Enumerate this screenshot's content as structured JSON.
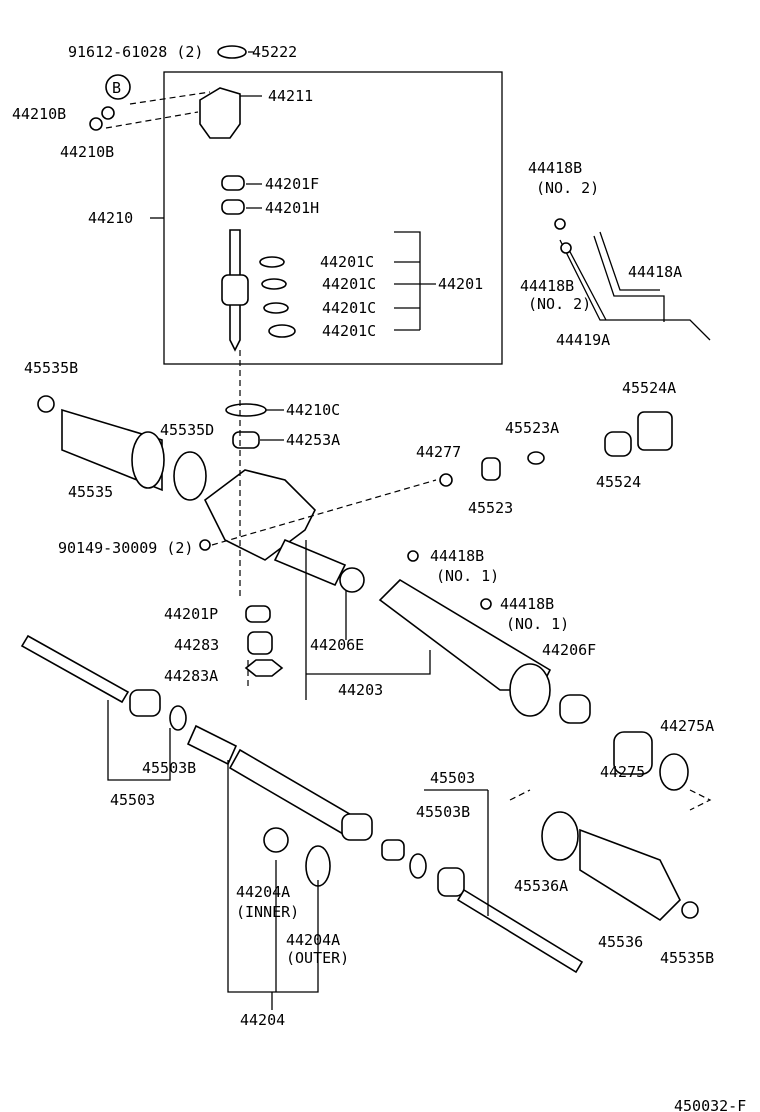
{
  "diagram_id": "450032-F",
  "labels": [
    "91612-61028 (2)",
    "45222",
    "B",
    "44211",
    "44210B",
    "44210B",
    "44201F",
    "44201H",
    "44210",
    "44201C",
    "44201C",
    "44201C",
    "44201C",
    "44201",
    "44418B",
    "(NO. 2)",
    "44418B",
    "(NO. 2)",
    "44418A",
    "44419A",
    "45535B",
    "44210C",
    "44253A",
    "45535D",
    "45523A",
    "45524A",
    "44277",
    "45535",
    "45523",
    "45524",
    "90149-30009 (2)",
    "44418B",
    "(NO. 1)",
    "44418B",
    "(NO. 1)",
    "44201P",
    "44283",
    "44206E",
    "44206F",
    "44283A",
    "44203",
    "44275A",
    "45503B",
    "45503",
    "45503",
    "45503B",
    "44275",
    "45536A",
    "44204A",
    "(INNER)",
    "44204A",
    "(OUTER)",
    "45536",
    "45535B",
    "44204"
  ]
}
